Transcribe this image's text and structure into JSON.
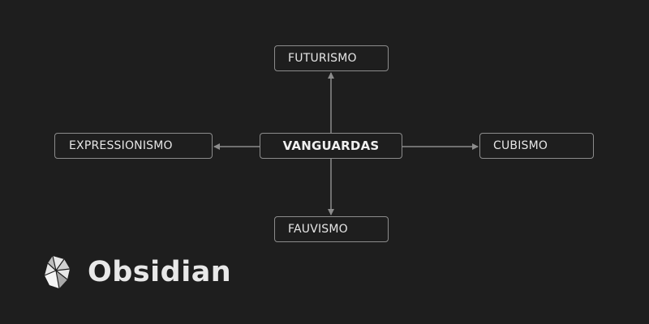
{
  "diagram": {
    "center": {
      "label": "VANGUARDAS"
    },
    "nodes": {
      "top": {
        "label": "FUTURISMO"
      },
      "bottom": {
        "label": "FAUVISMO"
      },
      "left": {
        "label": "EXPRESSIONISMO"
      },
      "right": {
        "label": "CUBISMO"
      }
    },
    "edges": [
      {
        "from": "VANGUARDAS",
        "to": "FUTURISMO"
      },
      {
        "from": "VANGUARDAS",
        "to": "FAUVISMO"
      },
      {
        "from": "VANGUARDAS",
        "to": "EXPRESSIONISMO"
      },
      {
        "from": "VANGUARDAS",
        "to": "CUBISMO"
      }
    ],
    "colors": {
      "background": "#1e1e1e",
      "node_border": "#8c8c8c",
      "edge": "#8c8c8c",
      "text": "#e6e6e6"
    }
  },
  "branding": {
    "name": "Obsidian",
    "icon": "obsidian-logo-icon"
  }
}
